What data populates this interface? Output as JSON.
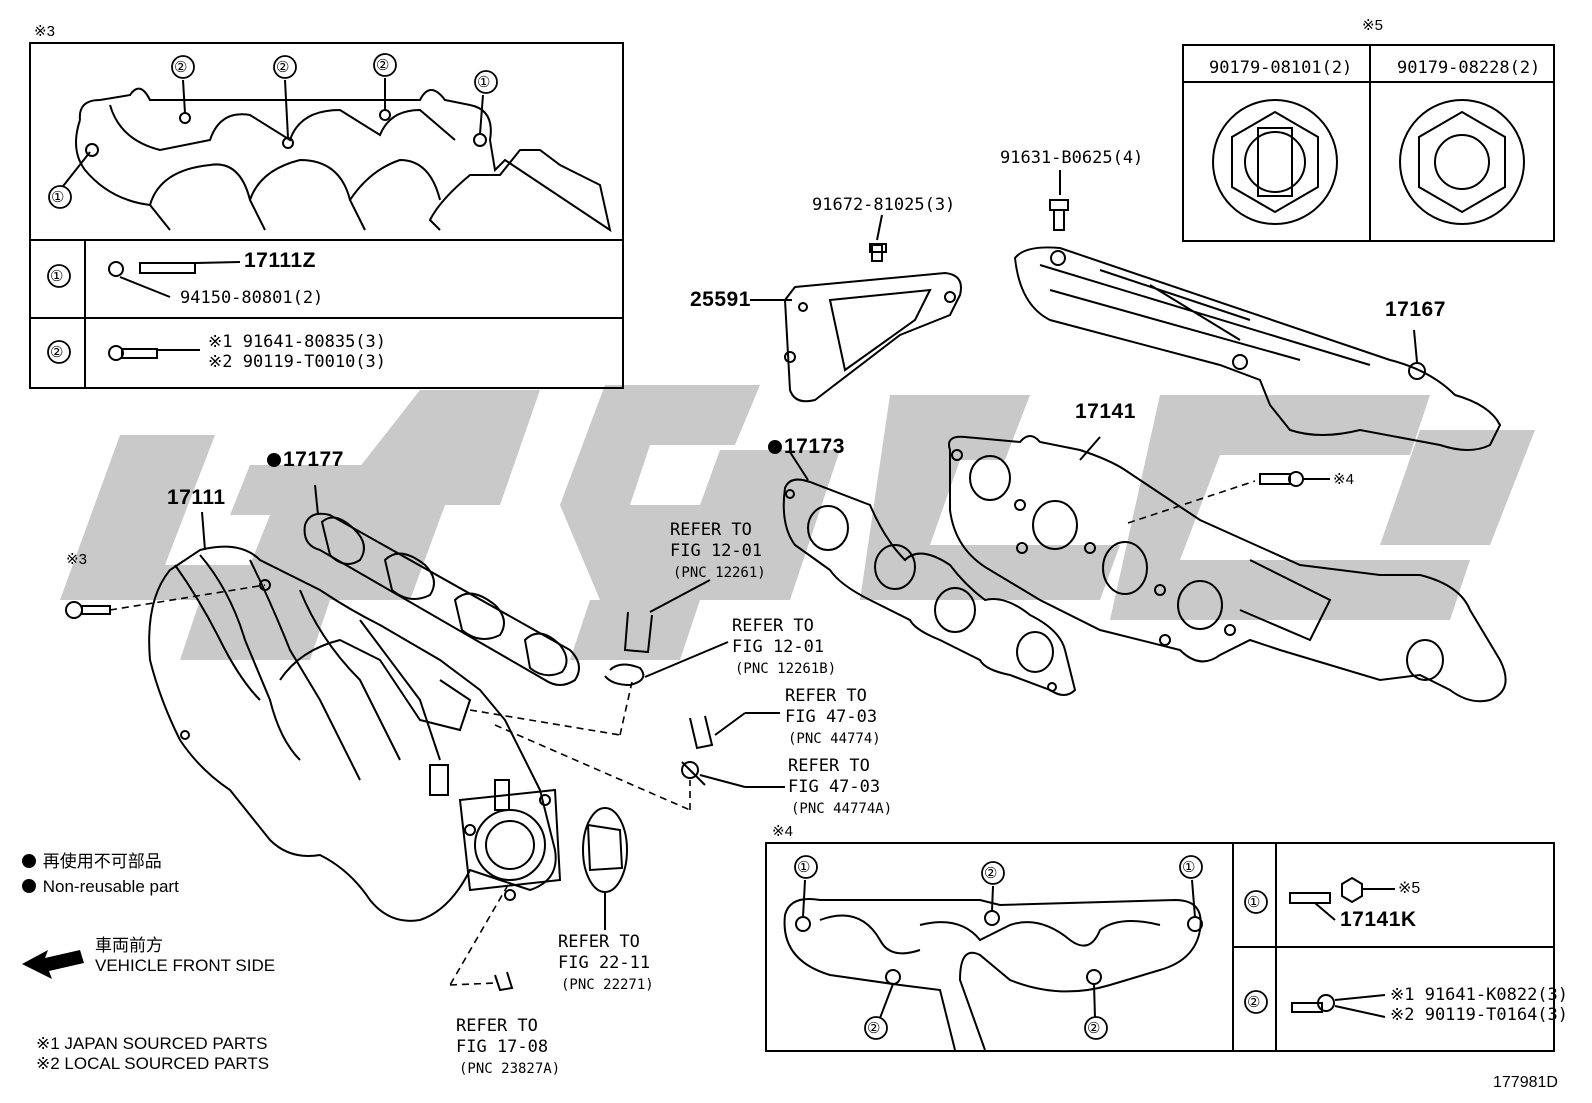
{
  "watermark": {
    "text": "GPSC",
    "color": "#c8c8c8"
  },
  "inset_bolts_intake": {
    "title": "※3",
    "callouts": [
      "①",
      "②",
      "②",
      "②",
      "①"
    ],
    "row1": {
      "no": "①",
      "part_a": "17111Z",
      "part_b": "94150-80801(2)"
    },
    "row2": {
      "no": "②",
      "line1": "※1 91641-80835(3)",
      "line2": "※2 90119-T0010(3)"
    }
  },
  "inset_nuts": {
    "title": "※5",
    "col1": "90179-08101(2)",
    "col2": "90179-08228(2)"
  },
  "inset_bolts_exhaust": {
    "title": "※4",
    "callouts_top": [
      "①",
      "②",
      "①"
    ],
    "callouts_bottom": [
      "②",
      "②"
    ],
    "row1": {
      "no": "①",
      "ref": "※5",
      "part": "17141K"
    },
    "row2": {
      "no": "②",
      "line1": "※1  91641-K0822(3)",
      "line2": "※2  90119-T0164(3)"
    }
  },
  "parts": {
    "p17111": "17111",
    "p17177": "17177",
    "p17173": "17173",
    "p17141": "17141",
    "p17167": "17167",
    "p25591": "25591",
    "p91672": "91672-81025(3)",
    "p91631": "91631-B0625(4)",
    "mark3": "※3",
    "mark4": "※4"
  },
  "references": [
    {
      "l1": "REFER TO",
      "l2": "FIG 12-01",
      "l3": "(PNC 12261)"
    },
    {
      "l1": "REFER TO",
      "l2": "FIG 12-01",
      "l3": "(PNC 12261B)"
    },
    {
      "l1": "REFER TO",
      "l2": "FIG 47-03",
      "l3": "(PNC 44774)"
    },
    {
      "l1": "REFER TO",
      "l2": "FIG 47-03",
      "l3": "(PNC 44774A)"
    },
    {
      "l1": "REFER TO",
      "l2": "FIG 22-11",
      "l3": "(PNC 22271)"
    },
    {
      "l1": "REFER TO",
      "l2": "FIG 17-08",
      "l3": "(PNC 23827A)"
    }
  ],
  "legend": {
    "nonreusable_jp": "再使用不可部品",
    "nonreusable_en": "Non-reusable part",
    "front_jp": "車両前方",
    "front_en": "VEHICLE FRONT SIDE",
    "note1": "※1 JAPAN SOURCED PARTS",
    "note2": "※2 LOCAL SOURCED PARTS"
  },
  "figure_id": "177981D"
}
